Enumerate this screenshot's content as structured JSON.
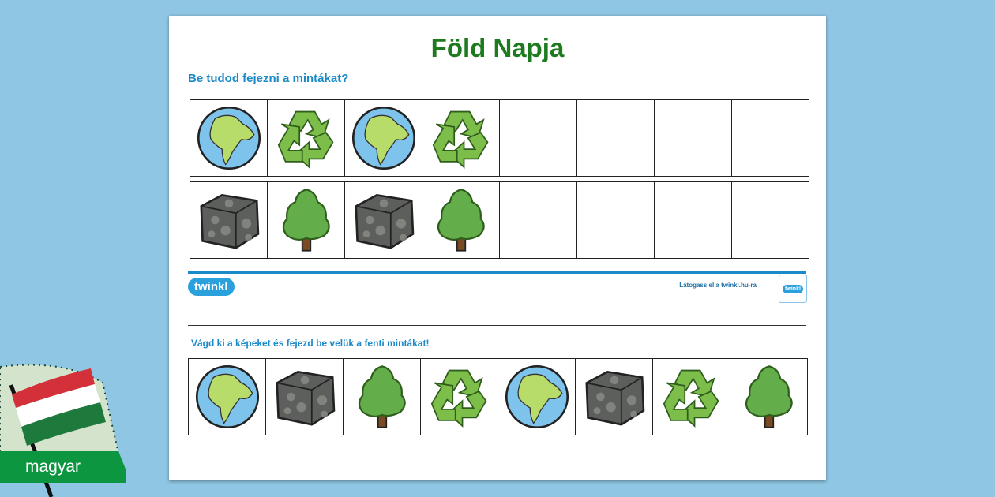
{
  "title": "Föld Napja",
  "subtitle": "Be tudod fejezni a mintákat?",
  "pattern_rows": [
    [
      "globe",
      "recycle",
      "globe",
      "recycle",
      null,
      null,
      null,
      null
    ],
    [
      "rock",
      "tree",
      "rock",
      "tree",
      null,
      null,
      null,
      null
    ]
  ],
  "footer": {
    "logo": "twinkl",
    "link_text": "Látogass el a twinkl.hu-ra",
    "badge": "twinkl"
  },
  "instruction": "Vágd ki a képeket és fejezd be velük a fenti mintákat!",
  "cutout_row": [
    "globe",
    "rock",
    "tree",
    "recycle",
    "globe",
    "rock",
    "recycle",
    "tree"
  ],
  "language_label": "magyar",
  "colors": {
    "title": "#1e7a1e",
    "accent": "#1b8ac9",
    "background": "#8fc6e3"
  }
}
